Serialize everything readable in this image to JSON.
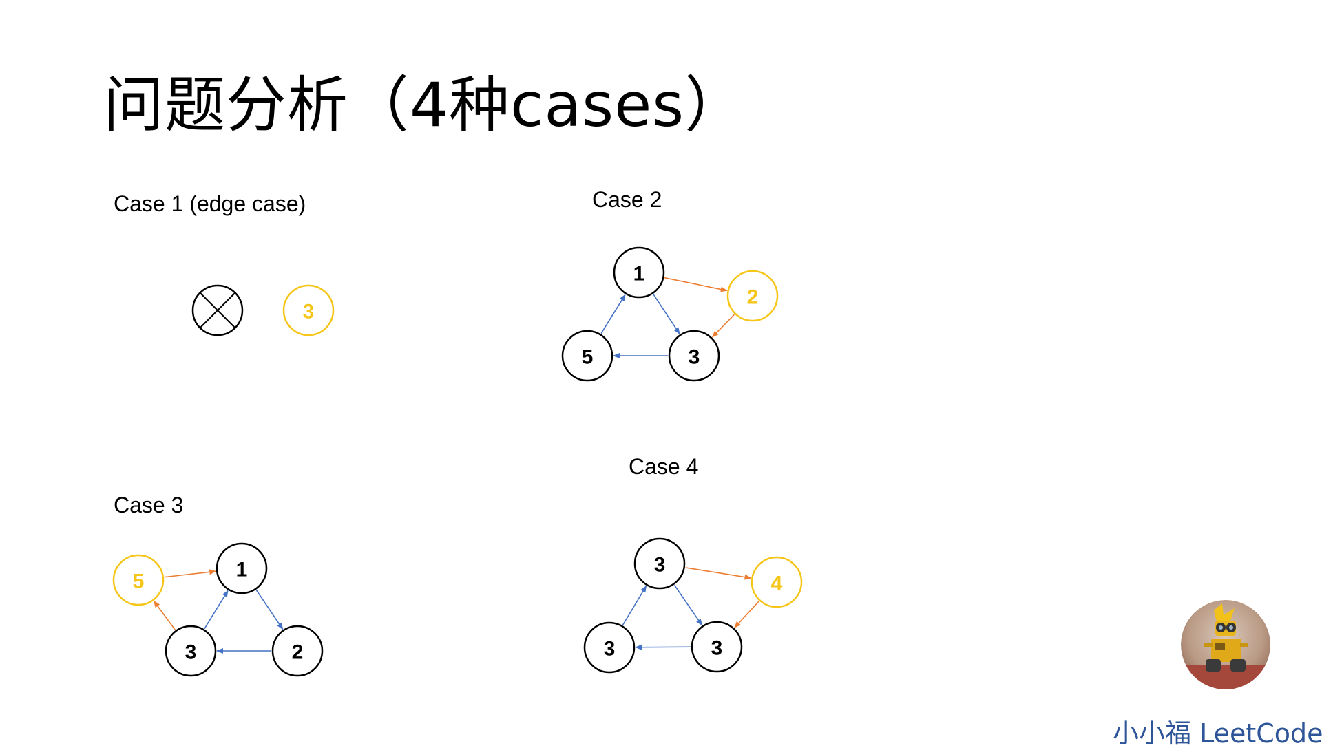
{
  "title": "问题分析（4种cases）",
  "colors": {
    "black": "#000000",
    "yellow": "#F5C518",
    "blue": "#4472C4",
    "orange": "#ED7D31",
    "brand": "#2E5597"
  },
  "cases": {
    "case1": {
      "label": "Case 1 (edge case)",
      "null_node_icon": "circle-x-icon",
      "nodes": [
        {
          "id": "c1n",
          "value": "3",
          "highlight": true
        }
      ]
    },
    "case2": {
      "label": "Case 2",
      "nodes": [
        {
          "id": "a",
          "value": "1",
          "highlight": false
        },
        {
          "id": "b",
          "value": "2",
          "highlight": true
        },
        {
          "id": "c",
          "value": "3",
          "highlight": false
        },
        {
          "id": "d",
          "value": "5",
          "highlight": false
        }
      ],
      "edges": [
        [
          "a",
          "b",
          "orange"
        ],
        [
          "b",
          "c",
          "orange"
        ],
        [
          "a",
          "c",
          "blue"
        ],
        [
          "c",
          "d",
          "blue"
        ],
        [
          "d",
          "a",
          "blue"
        ]
      ]
    },
    "case3": {
      "label": "Case 3",
      "nodes": [
        {
          "id": "a",
          "value": "1",
          "highlight": false
        },
        {
          "id": "b",
          "value": "2",
          "highlight": false
        },
        {
          "id": "c",
          "value": "3",
          "highlight": false
        },
        {
          "id": "e",
          "value": "5",
          "highlight": true
        }
      ],
      "edges": [
        [
          "a",
          "b",
          "blue"
        ],
        [
          "b",
          "c",
          "blue"
        ],
        [
          "c",
          "a",
          "blue"
        ],
        [
          "c",
          "e",
          "orange"
        ],
        [
          "e",
          "a",
          "orange"
        ]
      ]
    },
    "case4": {
      "label": "Case 4",
      "nodes": [
        {
          "id": "a",
          "value": "3",
          "highlight": false
        },
        {
          "id": "b",
          "value": "4",
          "highlight": true
        },
        {
          "id": "c",
          "value": "3",
          "highlight": false
        },
        {
          "id": "d",
          "value": "3",
          "highlight": false
        }
      ],
      "edges": [
        [
          "a",
          "b",
          "orange"
        ],
        [
          "b",
          "c",
          "orange"
        ],
        [
          "a",
          "c",
          "blue"
        ],
        [
          "c",
          "d",
          "blue"
        ],
        [
          "d",
          "a",
          "blue"
        ]
      ]
    }
  },
  "brand": {
    "text": "小小福 LeetCode",
    "avatar_icon": "robot-avatar-icon"
  }
}
